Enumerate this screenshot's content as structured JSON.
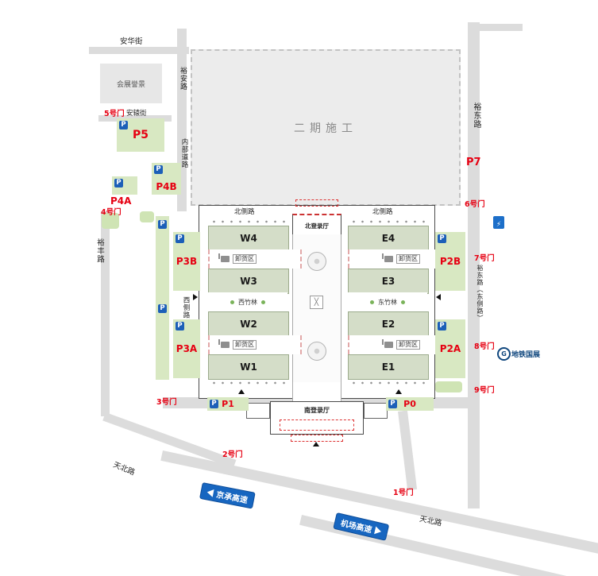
{
  "construction": {
    "label": "二期施工"
  },
  "buildings": {
    "exhibition_residence": "会展誉景",
    "north_lobby": "北登录厅",
    "south_lobby": "南登录厅"
  },
  "halls": {
    "w4": "W4",
    "w3": "W3",
    "w2": "W2",
    "w1": "W1",
    "e4": "E4",
    "e3": "E3",
    "e2": "E2",
    "e1": "E1"
  },
  "zones": {
    "unloading": "卸货区",
    "west_bamboo": "西竹林",
    "east_bamboo": "东竹林"
  },
  "parking": {
    "icon_letter": "P",
    "p0": "P0",
    "p1": "P1",
    "p2a": "P2A",
    "p2b": "P2B",
    "p3a": "P3A",
    "p3b": "P3B",
    "p4a": "P4A",
    "p4b": "P4B",
    "p5": "P5",
    "p7": "P7"
  },
  "gates": {
    "g1": "1号门",
    "g2": "2号门",
    "g3": "3号门",
    "g4": "4号门",
    "g5": "5号门",
    "g6": "6号门",
    "g7": "7号门",
    "g8": "8号门",
    "g9": "9号门"
  },
  "roads": {
    "anhua": "安华街",
    "yuan": "裕安路",
    "anyuan": "安辕街",
    "internal": "内部道路",
    "yufeng": "裕丰路",
    "xice": "西侧路",
    "beice": "北侧路",
    "yudong": "裕东路",
    "yudong_east": "裕东路（东侧路）",
    "tianbei": "天北路"
  },
  "highways": {
    "jingcheng": "京承高速",
    "airport": "机场高速"
  },
  "transit": {
    "metro_label": "地铁国展"
  }
}
